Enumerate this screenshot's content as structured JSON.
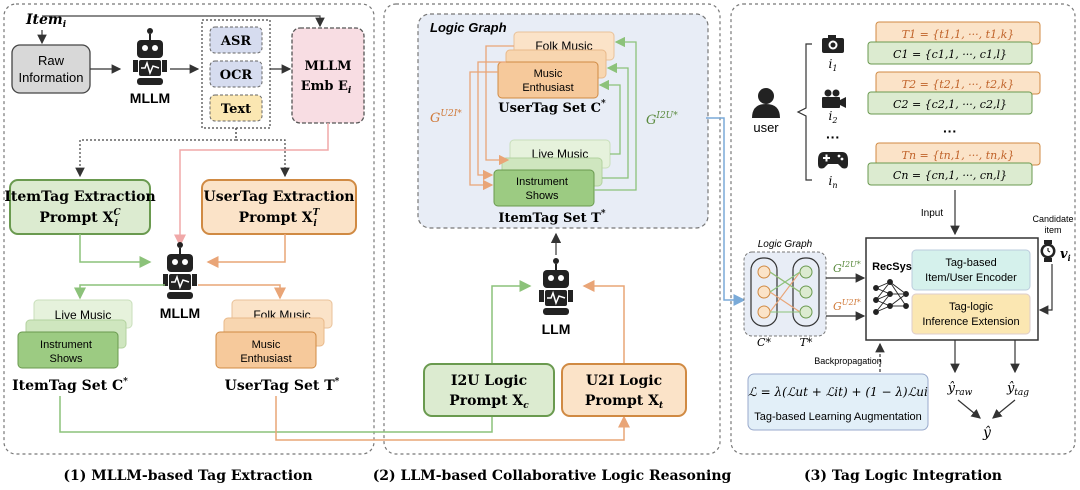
{
  "captions": {
    "panel1": "(1) MLLM-based Tag Extraction",
    "panel2": "(2) LLM-based Collaborative Logic Reasoning",
    "panel3": "(3) Tag Logic Integration"
  },
  "panel1": {
    "item_label": "Item",
    "item_sub": "i",
    "raw_info_line1": "Raw",
    "raw_info_line2": "Information",
    "mllm_label": "MLLM",
    "modalities": [
      "ASR",
      "OCR",
      "Text"
    ],
    "emb_line1": "MLLM",
    "emb_line2": "Emb E",
    "emb_sub": "i",
    "itemtag_prompt_line1": "ItemTag Extraction",
    "itemtag_prompt_line2": "Prompt X",
    "itemtag_prompt_sub": "i",
    "itemtag_prompt_sup": "C",
    "usertag_prompt_line1": "UserTag Extraction",
    "usertag_prompt_line2": "Prompt X",
    "usertag_prompt_sub": "i",
    "usertag_prompt_sup": "T",
    "mllm_center_label": "MLLM",
    "item_cards": [
      "Live Music",
      "Instrument",
      "Shows"
    ],
    "user_cards": [
      "Folk Music",
      "Music",
      "Enthusiast"
    ],
    "itemtag_set_label": "ItemTag Set C",
    "usertag_set_label": "UserTag Set T"
  },
  "panel2": {
    "logic_graph_title": "Logic Graph",
    "user_cards": [
      "Folk Music",
      "Music",
      "Enthusiast"
    ],
    "usertag_set_label": "UserTag Set C",
    "item_cards": [
      "Live Music",
      "Instrument",
      "Shows"
    ],
    "itemtag_set_label": "ItemTag Set T",
    "g_u2i": "G",
    "g_u2i_sup": "U2I*",
    "g_i2u": "G",
    "g_i2u_sup": "I2U*",
    "llm_label": "LLM",
    "i2u_prompt_line1": "I2U Logic",
    "i2u_prompt_line2": "Prompt X",
    "i2u_prompt_sub": "c",
    "u2i_prompt_line1": "U2I Logic",
    "u2i_prompt_line2": "Prompt X",
    "u2i_prompt_sub": "t"
  },
  "panel3": {
    "user_label": "user",
    "rows": [
      {
        "item": "i1",
        "tset": "T1 = {t1,1, ···, t1,k}",
        "cset": "C1 = {c1,1, ···, c1,l}"
      },
      {
        "item": "i2",
        "tset": "T2 = {t2,1, ···, t2,k}",
        "cset": "C2 = {c2,1, ···, c2,l}"
      },
      {
        "item": "in",
        "tset": "Tn = {tn,1, ···, tn,k}",
        "cset": "Cn = {cn,1, ···, cn,l}"
      }
    ],
    "dots": "···",
    "input_label": "Input",
    "candidate_line1": "Candidate",
    "candidate_line2": "item",
    "candidate_var": "v",
    "candidate_sub": "i",
    "logic_graph_title": "Logic Graph",
    "c_star": "C*",
    "t_star": "T*",
    "g_i2u": "G",
    "g_i2u_sup": "I2U*",
    "g_u2i": "G",
    "g_u2i_sup": "U2I*",
    "recsys_label": "RecSys",
    "encoder_line1": "Tag-based",
    "encoder_line2": "Item/User Encoder",
    "inference_line1": "Tag-logic",
    "inference_line2": "Inference Extension",
    "backprop_label": "Backpropagation",
    "loss_formula": "ℒ = λ(ℒut + ℒit) + (1 − λ)ℒui",
    "loss_caption": "Tag-based Learning Augmentation",
    "y_raw": "ŷraw",
    "y_tag": "ŷtag",
    "y_hat": "ŷ"
  },
  "colors": {
    "green_fill": "#dcebd0",
    "green_stroke": "#6a9a4f",
    "orange_fill": "#fbe3c8",
    "orange_stroke": "#d08a43",
    "blue_fill": "#d6dcef",
    "yellow_fill": "#fbe7b2",
    "pink_fill": "#f8dde3",
    "graph_bg": "#e8edf6",
    "teal_fill": "#d5f1ec",
    "loss_bg": "#e2eff8"
  }
}
